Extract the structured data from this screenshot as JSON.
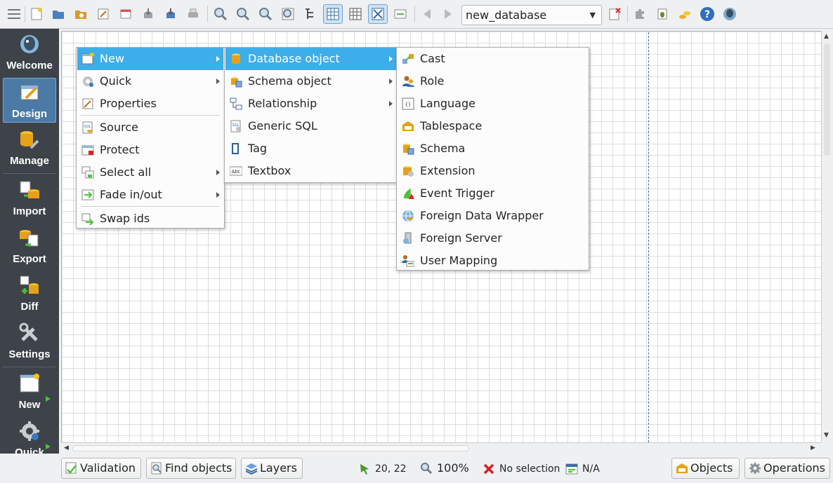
{
  "toolbar": {
    "database_combo": "new_database"
  },
  "sidebar": {
    "items": [
      {
        "label": "Welcome",
        "icon": "elephant-globe-icon"
      },
      {
        "label": "Design",
        "icon": "design-icon"
      },
      {
        "label": "Manage",
        "icon": "manage-icon"
      },
      {
        "label": "Import",
        "icon": "import-icon"
      },
      {
        "label": "Export",
        "icon": "export-icon"
      },
      {
        "label": "Diff",
        "icon": "diff-icon"
      },
      {
        "label": "Settings",
        "icon": "settings-icon"
      },
      {
        "label": "New",
        "icon": "new-icon"
      },
      {
        "label": "Quick",
        "icon": "quick-icon"
      }
    ]
  },
  "menu_main": {
    "items": [
      {
        "label": "New"
      },
      {
        "label": "Quick"
      },
      {
        "label": "Properties"
      },
      {
        "label": "Source"
      },
      {
        "label": "Protect"
      },
      {
        "label": "Select all"
      },
      {
        "label": "Fade in/out"
      },
      {
        "label": "Swap ids"
      }
    ]
  },
  "menu_new": {
    "items": [
      {
        "label": "Database object"
      },
      {
        "label": "Schema object"
      },
      {
        "label": "Relationship"
      },
      {
        "label": "Generic SQL"
      },
      {
        "label": "Tag"
      },
      {
        "label": "Textbox"
      }
    ]
  },
  "menu_dbobject": {
    "items": [
      {
        "label": "Cast"
      },
      {
        "label": "Role"
      },
      {
        "label": "Language"
      },
      {
        "label": "Tablespace"
      },
      {
        "label": "Schema"
      },
      {
        "label": "Extension"
      },
      {
        "label": "Event Trigger"
      },
      {
        "label": "Foreign Data Wrapper"
      },
      {
        "label": "Foreign Server"
      },
      {
        "label": "User Mapping"
      }
    ]
  },
  "textbox_icon_text": "Abc",
  "statusbar": {
    "validation": "Validation",
    "find_objects": "Find objects",
    "layers": "Layers",
    "coords": "20, 22",
    "zoom": "100%",
    "selection": "No selection",
    "object_info": "N/A",
    "objects": "Objects",
    "operations": "Operations"
  },
  "colors": {
    "highlight": "#3daee9",
    "sidebar_bg": "#3d4349",
    "sidebar_active": "#4c7aa6"
  }
}
